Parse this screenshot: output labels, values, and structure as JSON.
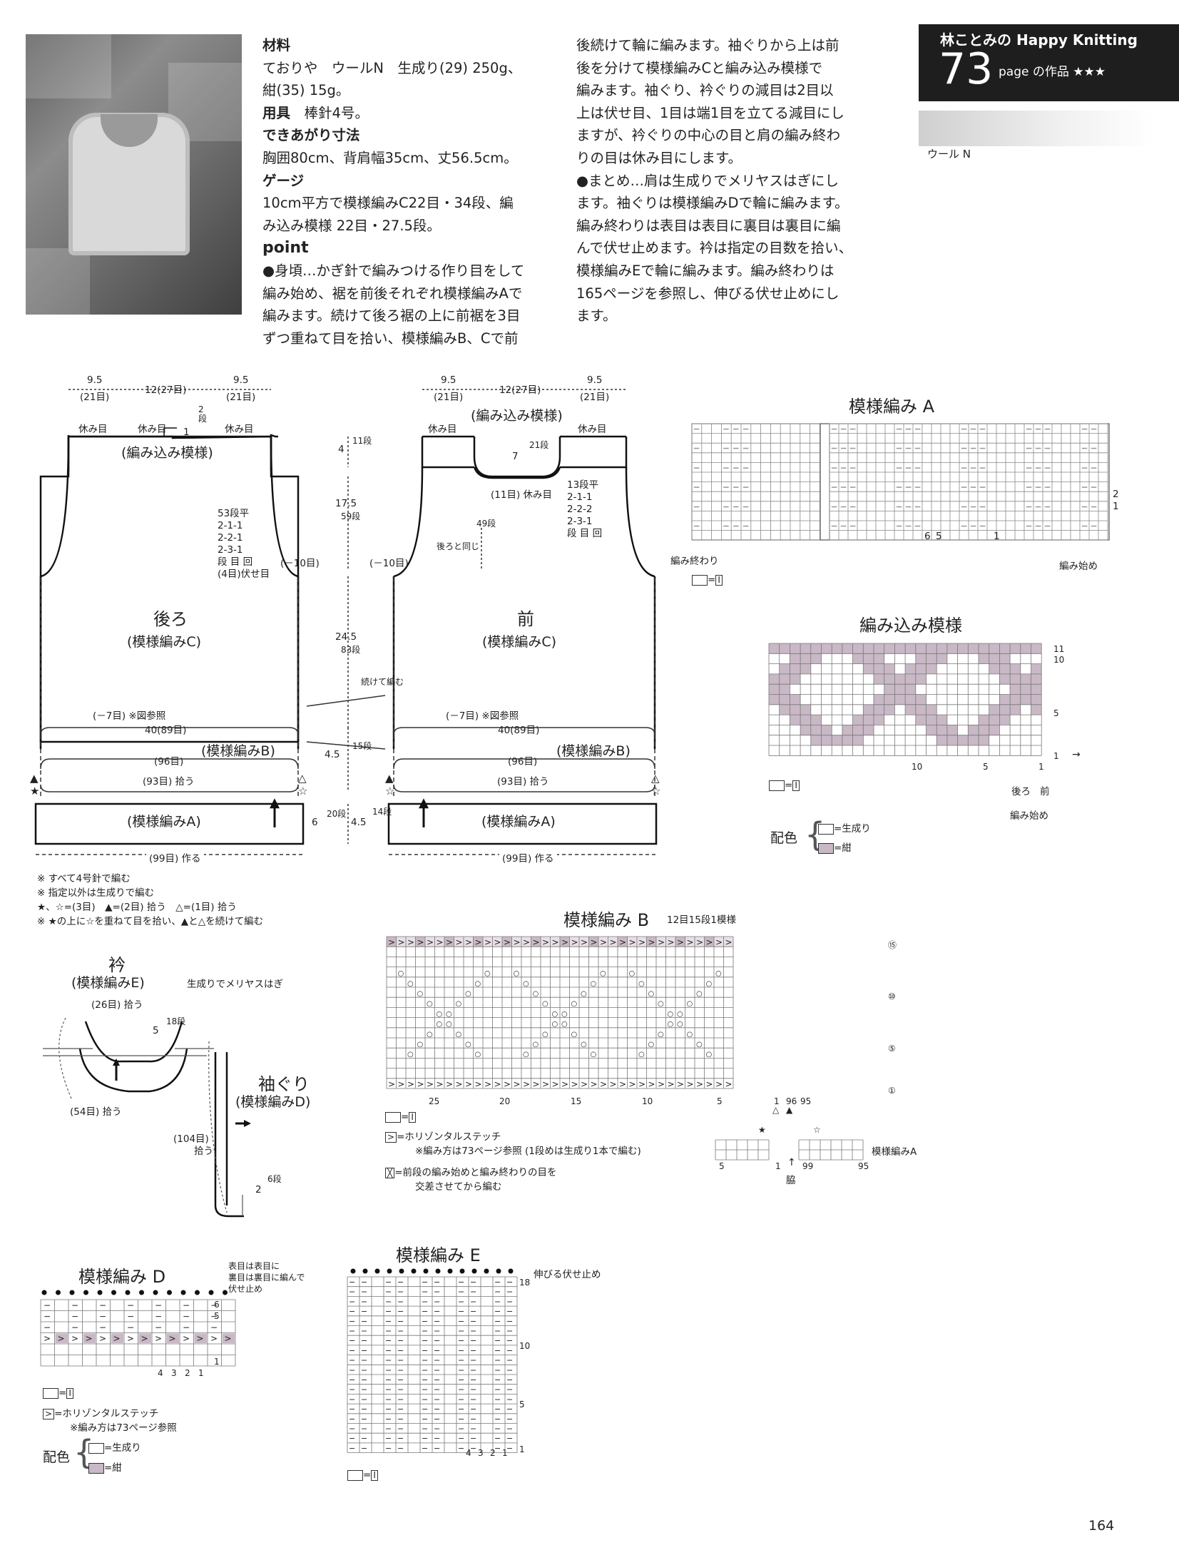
{
  "header": {
    "series": "林ことみの Happy Knitting",
    "page_num": "73",
    "page_suffix": "page の作品 ★★★",
    "yarn_label": "ウール N"
  },
  "intro": {
    "materials_h": "材料",
    "materials_1": "ておりや　ウールN　生成り(29) 250g、",
    "materials_2": "紺(35) 15g。",
    "tools_h": "用具",
    "tools": "棒針4号。",
    "size_h": "できあがり寸法",
    "size": "胸囲80cm、背肩幅35cm、丈56.5cm。",
    "gauge_h": "ゲージ",
    "gauge_1": "10cm平方で模様編みC22目・34段、編",
    "gauge_2": "み込み模様 22目・27.5段。",
    "point_h": "point",
    "point_lines": [
      "●身頃…かぎ針で編みつける作り目をして",
      "編み始め、裾を前後それぞれ模様編みAで",
      "編みます。続けて後ろ裾の上に前裾を3目",
      "ずつ重ねて目を拾い、模様編みB、Cで前"
    ],
    "right_lines": [
      "後続けて輪に編みます。袖ぐりから上は前",
      "後を分けて模様編みCと編み込み模様で",
      "編みます。袖ぐり、衿ぐりの減目は2目以",
      "上は伏せ目、1目は端1目を立てる減目にし",
      "ますが、衿ぐりの中心の目と肩の編み終わ",
      "りの目は休み目にします。",
      "●まとめ…肩は生成りでメリヤスはぎにし",
      "ます。袖ぐりは模様編みDで輪に編みます。",
      "編み終わりは表目は表目に裏目は裏目に編",
      "んで伏せ止めます。衿は指定の目数を拾い、",
      "模様編みEで輪に編みます。編み終わりは",
      "165ページを参照し、伸びる伏せ止めにし",
      "ます。"
    ]
  },
  "back": {
    "top_left": "9.5",
    "top_left_st": "(21目)",
    "top_mid": "12(27目)",
    "top_right": "9.5",
    "top_right_st": "(21目)",
    "rest_l": "休み目",
    "rest_c": "休み目",
    "rest_r": "休み目",
    "one": "1",
    "two_dan": "2\n段",
    "yoke": "(編み込み模様)",
    "dec_lines": [
      "53段平",
      "2-1-1",
      "2-2-1",
      "2-3-1",
      "段 目 回",
      "(4目)伏せ目"
    ],
    "minus10": "(－10目)",
    "title": "後ろ",
    "pattern": "(模様編みC)",
    "minus7": "(－7目) ※図参照",
    "width40": "40(89目)",
    "bandB": "(模様編みB)",
    "st96": "(96目)",
    "st93": "(93目) 拾う",
    "bandA": "(模様編みA)",
    "st99": "(99目) 作る"
  },
  "mid_dims": {
    "d4": "4",
    "d4s": "11段",
    "d175": "17.5",
    "d175s": "59段",
    "d245": "24.5",
    "d245s": "83段",
    "cont": "続けて編む",
    "d45": "4.5",
    "d45s": "15段",
    "d6": "6",
    "d6s": "20段",
    "d45b": "4.5",
    "d45bs": "14段"
  },
  "front": {
    "top_left": "9.5",
    "top_left_st": "(21目)",
    "top_mid": "12(27目)",
    "top_right": "9.5",
    "top_right_st": "(21目)",
    "yoke": "(編み込み模様)",
    "rest_l": "休み目",
    "rest_r": "休み目",
    "neck7": "7",
    "neck_s": "21段",
    "center_rest": "(11目) 休み目",
    "neck_dec": [
      "13段平",
      "2-1-1",
      "2-2-2",
      "2-3-1",
      "段 目 回"
    ],
    "d49": "49段",
    "same_back": "後ろと同じ",
    "minus10": "(－10目)",
    "title": "前",
    "pattern": "(模様編みC)",
    "minus7": "(－7目) ※図参照",
    "width40": "40(89目)",
    "bandB": "(模様編みB)",
    "st96": "(96目)",
    "st93": "(93目) 拾う",
    "bandA": "(模様編みA)",
    "st99": "(99目) 作る"
  },
  "notes": [
    "※ すべて4号針で編む",
    "※ 指定以外は生成りで編む",
    "★、☆=(3目)　▲=(2目) 拾う　△=(1目) 拾う",
    "※ ★の上に☆を重ねて目を拾い、▲と△を続けて編む"
  ],
  "chartA": {
    "title": "模様編み A",
    "end": "編み終わり",
    "start": "編み始め",
    "legend": "=",
    "nums": [
      "6",
      "5",
      "1"
    ],
    "rows": [
      "2",
      "1"
    ]
  },
  "chartJ": {
    "title": "編み込み模様",
    "rows": [
      "11",
      "10",
      "5",
      "1"
    ],
    "cols": [
      "10",
      "5",
      "1"
    ],
    "back": "後ろ",
    "front": "前",
    "start": "編み始め",
    "legend": "=",
    "color_h": "配色",
    "c1": "=生成り",
    "c2": "=紺"
  },
  "chartB": {
    "title": "模様編み B",
    "subtitle": "12目15段1模様",
    "rows": [
      "15",
      "10",
      "5",
      "1"
    ],
    "cols": [
      "25",
      "20",
      "15",
      "10",
      "5",
      "1"
    ],
    "n96": "96",
    "n95": "95",
    "legend1": "=",
    "legend2": "=ホリゾンタルステッチ",
    "legend2b": "※編み方は73ページ参照 (1段めは生成り1本で編む)",
    "legend3": "=前段の編み始めと編み終わりの目を",
    "legend3b": "交差させてから編む",
    "mini_a": "模様編みA",
    "mini_nums": [
      "5",
      "1",
      "99",
      "95"
    ],
    "side": "脇"
  },
  "neck": {
    "title": "衿",
    "pattern": "(模様編みE)",
    "pick26": "(26目) 拾う",
    "d5": "5",
    "d5s": "18段",
    "pick54": "(54目) 拾う",
    "graft": "生成りでメリヤスはぎ",
    "arm_title": "袖ぐり",
    "arm_pattern": "(模様編みD)",
    "pick104": "(104目)",
    "pick104b": "拾う",
    "d2": "2",
    "d2s": "6段"
  },
  "chartD": {
    "title": "模様編み D",
    "note": [
      "表目は表目に",
      "裏目は裏目に編んで",
      "伏せ止め"
    ],
    "rows": [
      "6",
      "5",
      "1"
    ],
    "cols": [
      "4",
      "3",
      "2",
      "1"
    ],
    "legend1": "=",
    "legend2": "=ホリゾンタルステッチ",
    "legend2b": "※編み方は73ページ参照",
    "color_h": "配色",
    "c1": "=生成り",
    "c2": "=紺"
  },
  "chartE": {
    "title": "模様編み E",
    "note": "伸びる伏せ止め",
    "rows": [
      "18",
      "10",
      "5",
      "1"
    ],
    "cols": [
      "4",
      "3",
      "2",
      "1"
    ],
    "legend": "="
  },
  "page_number": "164"
}
